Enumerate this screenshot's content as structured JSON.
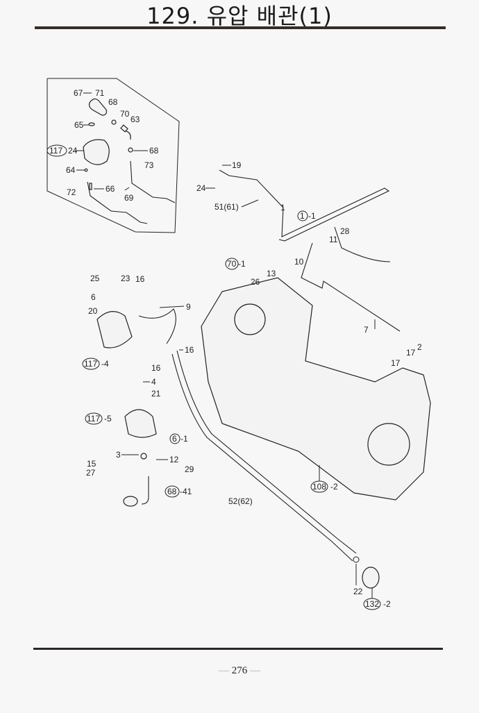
{
  "header": {
    "title": "129. 유압 배관(1)"
  },
  "footer": {
    "page_number": "276",
    "dash_left": "—",
    "dash_right": "—"
  },
  "diagram": {
    "inset_labels": {
      "l67": "67",
      "l71": "71",
      "l68a": "68",
      "l70": "70",
      "l63": "63",
      "l65": "65",
      "l117": "117",
      "l24a": "24",
      "l68b": "68",
      "l73": "73",
      "l64": "64",
      "l72": "72",
      "l66": "66",
      "l69": "69"
    },
    "main_labels": {
      "l19": "19",
      "l24b": "24",
      "l51": "51(61)",
      "l1": "1",
      "ref1": "1",
      "ref1_suffix": "-1",
      "l28": "28",
      "l11": "11",
      "l70": "70",
      "l70_suffix": "-1",
      "l26": "26",
      "l13": "13",
      "l10": "10",
      "l25": "25",
      "l23": "23",
      "l16a": "16",
      "l6": "6",
      "l9": "9",
      "l20": "20",
      "l7": "7",
      "l2": "2",
      "l17a": "17",
      "l17b": "17",
      "l117b": "117",
      "l117b_suffix": "-4",
      "l16b": "16",
      "l16c": "16",
      "l4": "4",
      "l21": "21",
      "l117c": "117",
      "l117c_suffix": "-5",
      "l6ref": "6",
      "l6ref_suffix": "-1",
      "l3": "3",
      "l12": "12",
      "l29": "29",
      "l15": "15",
      "l27": "27",
      "l68ref": "68",
      "l68ref_suffix": "-41",
      "l108": "108",
      "l108_suffix": "-2",
      "l52": "52(62)",
      "l22": "22",
      "l132": "132",
      "l132_suffix": "-2"
    }
  }
}
